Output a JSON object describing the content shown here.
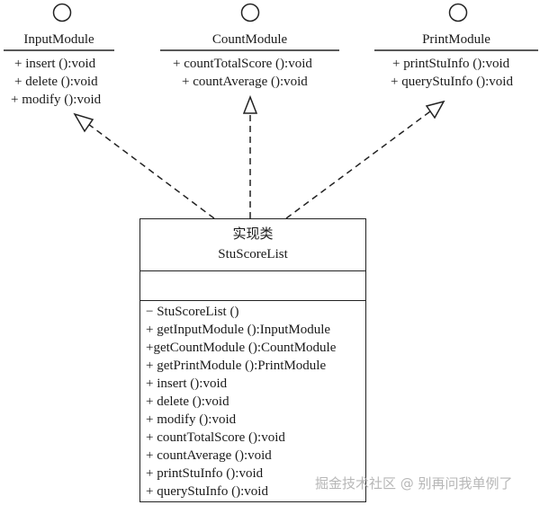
{
  "interfaces": {
    "input": {
      "name": "InputModule",
      "ops": [
        "+ insert ():void",
        "+ delete ():void",
        "+ modify ():void"
      ]
    },
    "count": {
      "name": "CountModule",
      "ops": [
        "+ countTotalScore ():void",
        "+ countAverage ():void"
      ]
    },
    "print": {
      "name": "PrintModule",
      "ops": [
        "+ printStuInfo ():void",
        "+ queryStuInfo ():void"
      ]
    }
  },
  "class": {
    "stereotype": "实现类",
    "name": "StuScoreList",
    "methods": [
      "− StuScoreList ()",
      "+ getInputModule ():InputModule",
      "+getCountModule ():CountModule",
      "+ getPrintModule ():PrintModule",
      "+ insert ():void",
      "+ delete ():void",
      "+ modify ():void",
      "+ countTotalScore ():void",
      "+ countAverage ():void",
      "+ printStuInfo ():void",
      "+ queryStuInfo ():void"
    ]
  },
  "watermark": "掘金技术社区 @ 别再问我单例了"
}
